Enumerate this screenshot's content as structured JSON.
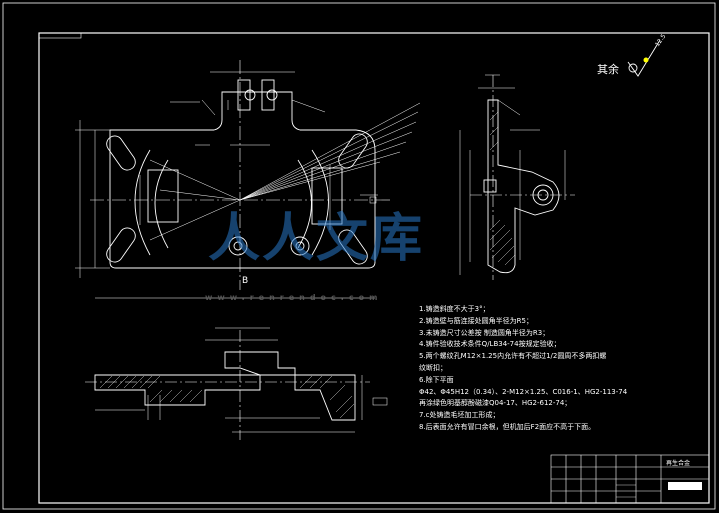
{
  "section_letter": "B",
  "roughness": {
    "label": "其余",
    "value": "12.5"
  },
  "technical_requirements": [
    "1.铸造斜度不大于3°；",
    "2.铸造壁与筋连接处圆角半径为R5；",
    "3.未铸造尺寸公差按    制造圆角半径为R3；",
    "4.铸件验收技术条件Q/LB34-74按规定验收；",
    "5.两个螺纹孔M12×1.25内允许有不超过1/2圆周不多两扣螺",
    "纹断扣；",
    "6.除下平面",
    "Φ42、Φ45H12（0.34）、2-M12×1.25、C016-1、HG2-113-74",
    "再涂绿色明基醇酚磁漆Q04-17、HG2-612-74；",
    "7.c处铸造毛坯加工形成；",
    "8.后表面允许有冒口余根，但机加后F2面应不高于下面。"
  ],
  "title_block": {
    "material": "再生合金"
  },
  "watermark": {
    "text": "人人文库",
    "url": "www.renrendoc.com"
  }
}
